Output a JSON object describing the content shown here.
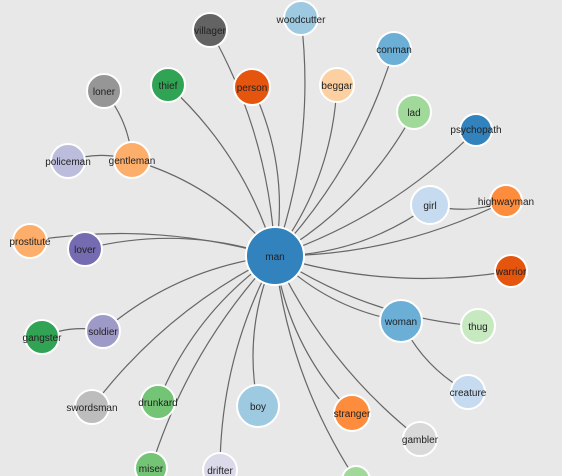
{
  "graph": {
    "center": {
      "id": "man",
      "label": "man",
      "color": "#3182bd"
    },
    "nodes": [
      {
        "id": "villager",
        "label": "villager",
        "color": "#636363"
      },
      {
        "id": "woodcutter",
        "label": "woodcutter",
        "color": "#9ecae1"
      },
      {
        "id": "conman",
        "label": "conman",
        "color": "#6baed6"
      },
      {
        "id": "loner",
        "label": "loner",
        "color": "#969696"
      },
      {
        "id": "thief",
        "label": "thief",
        "color": "#31a354"
      },
      {
        "id": "person",
        "label": "person",
        "color": "#e6550d"
      },
      {
        "id": "beggar",
        "label": "beggar",
        "color": "#fdd0a2"
      },
      {
        "id": "lad",
        "label": "lad",
        "color": "#a1d99b"
      },
      {
        "id": "psychopath",
        "label": "psychopath",
        "color": "#3182bd"
      },
      {
        "id": "policeman",
        "label": "policeman",
        "color": "#bcbddc"
      },
      {
        "id": "gentleman",
        "label": "gentleman",
        "color": "#fdae6b"
      },
      {
        "id": "girl",
        "label": "girl",
        "color": "#c6dbef"
      },
      {
        "id": "highwayman",
        "label": "highwayman",
        "color": "#fd8d3c"
      },
      {
        "id": "prostitute",
        "label": "prostitute",
        "color": "#fdae6b"
      },
      {
        "id": "lover",
        "label": "lover",
        "color": "#756bb1"
      },
      {
        "id": "warrior",
        "label": "warrior",
        "color": "#e6550d"
      },
      {
        "id": "woman",
        "label": "woman",
        "color": "#6baed6"
      },
      {
        "id": "thug",
        "label": "thug",
        "color": "#c7e9c0"
      },
      {
        "id": "gangster",
        "label": "gangster",
        "color": "#31a354"
      },
      {
        "id": "soldier",
        "label": "soldier",
        "color": "#9e9ac8"
      },
      {
        "id": "creature",
        "label": "creature",
        "color": "#c6dbef"
      },
      {
        "id": "swordsman",
        "label": "swordsman",
        "color": "#bdbdbd"
      },
      {
        "id": "drunkard",
        "label": "drunkard",
        "color": "#74c476"
      },
      {
        "id": "boy",
        "label": "boy",
        "color": "#9ecae1"
      },
      {
        "id": "stranger",
        "label": "stranger",
        "color": "#fd8d3c"
      },
      {
        "id": "gambler",
        "label": "gambler",
        "color": "#d9d9d9"
      },
      {
        "id": "miser",
        "label": "miser",
        "color": "#74c476"
      },
      {
        "id": "drifter",
        "label": "drifter",
        "color": "#dadaeb"
      },
      {
        "id": "unlabeled-bottom-green",
        "label": "",
        "color": "#a1d99b"
      }
    ],
    "edges": [
      [
        "man",
        "villager"
      ],
      [
        "man",
        "woodcutter"
      ],
      [
        "man",
        "conman"
      ],
      [
        "man",
        "thief"
      ],
      [
        "man",
        "person"
      ],
      [
        "man",
        "beggar"
      ],
      [
        "man",
        "lad"
      ],
      [
        "man",
        "psychopath"
      ],
      [
        "man",
        "gentleman"
      ],
      [
        "man",
        "girl"
      ],
      [
        "man",
        "highwayman"
      ],
      [
        "man",
        "prostitute"
      ],
      [
        "man",
        "lover"
      ],
      [
        "man",
        "warrior"
      ],
      [
        "man",
        "woman"
      ],
      [
        "man",
        "thug"
      ],
      [
        "man",
        "soldier"
      ],
      [
        "man",
        "drunkard"
      ],
      [
        "man",
        "boy"
      ],
      [
        "man",
        "stranger"
      ],
      [
        "man",
        "gambler"
      ],
      [
        "man",
        "miser"
      ],
      [
        "man",
        "drifter"
      ],
      [
        "man",
        "swordsman"
      ],
      [
        "man",
        "unlabeled-bottom-green"
      ],
      [
        "gentleman",
        "loner"
      ],
      [
        "gentleman",
        "policeman"
      ],
      [
        "soldier",
        "gangster"
      ],
      [
        "woman",
        "creature"
      ],
      [
        "girl",
        "highwayman"
      ]
    ]
  }
}
